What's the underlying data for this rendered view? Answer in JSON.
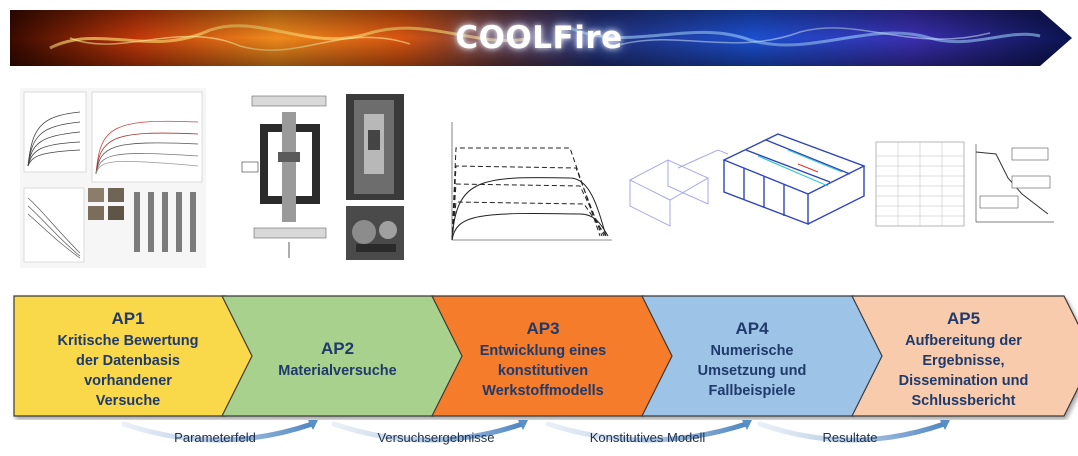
{
  "banner": {
    "title": "COOLFire"
  },
  "work_packages": [
    {
      "id": "AP1",
      "lines": [
        "Kritische Bewertung",
        "der Datenbasis",
        "vorhandener",
        "Versuche"
      ],
      "fill": "#f9d84a"
    },
    {
      "id": "AP2",
      "lines": [
        "Materialversuche"
      ],
      "fill": "#a9d18e"
    },
    {
      "id": "AP3",
      "lines": [
        "Entwicklung eines",
        "konstitutiven",
        "Werkstoffmodells"
      ],
      "fill": "#f47c2c"
    },
    {
      "id": "AP4",
      "lines": [
        "Numerische",
        "Umsetzung und",
        "Fallbeispiele"
      ],
      "fill": "#9dc3e6"
    },
    {
      "id": "AP5",
      "lines": [
        "Aufbereitung der",
        "Ergebnisse,",
        "Dissemination und",
        "Schlussbericht"
      ],
      "fill": "#f8cbad"
    }
  ],
  "transitions": [
    "Parameterfeld",
    "Versuchsergebnisse",
    "Konstitutives Modell",
    "Resultate"
  ],
  "colors": {
    "text": "#1f3a6b",
    "arc": "#5a8fc4"
  }
}
